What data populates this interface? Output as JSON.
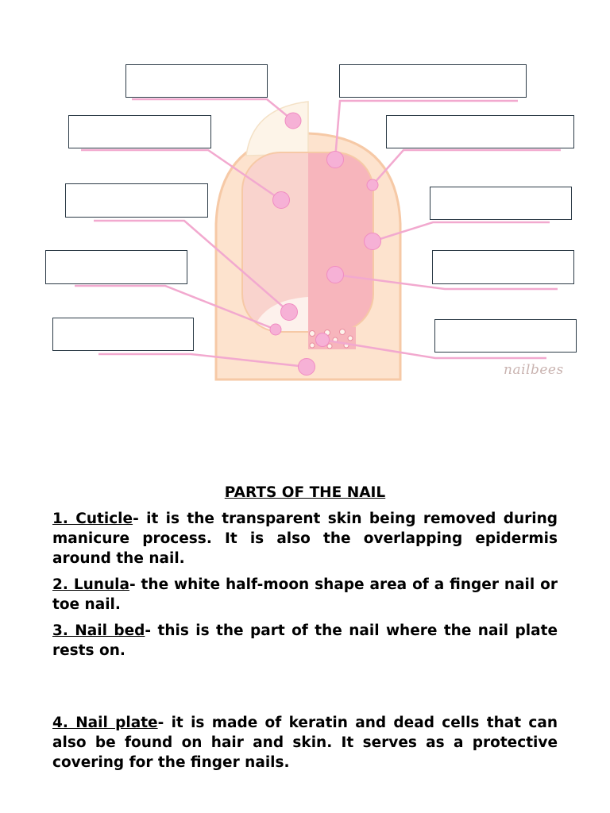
{
  "diagram": {
    "watermark": "nailbees",
    "colors": {
      "skin": "#fde3ce",
      "skin_outline": "#f6c9a6",
      "nail_left": "#f9d3cd",
      "nail_right": "#f7b5bc",
      "leader": "#f2a9cf",
      "dot": "#f6b1d6",
      "box_border": "#2b3a46"
    }
  },
  "document": {
    "title": "PARTS OF THE NAIL",
    "items": [
      {
        "term": "1. Cuticle",
        "text": "- it is the transparent skin being removed during manicure process. It is also the overlapping epidermis around the nail."
      },
      {
        "term": "2. Lunula",
        "text": "- the white half-moon shape area of a finger nail or toe nail."
      },
      {
        "term": "3. Nail bed",
        "text": "- this is the part of the nail where the nail plate rests on."
      },
      {
        "term": "4. Nail plate",
        "text": "- it is made of keratin and dead cells that can also be found on hair and skin. It serves as a protective covering for the finger nails."
      }
    ]
  }
}
